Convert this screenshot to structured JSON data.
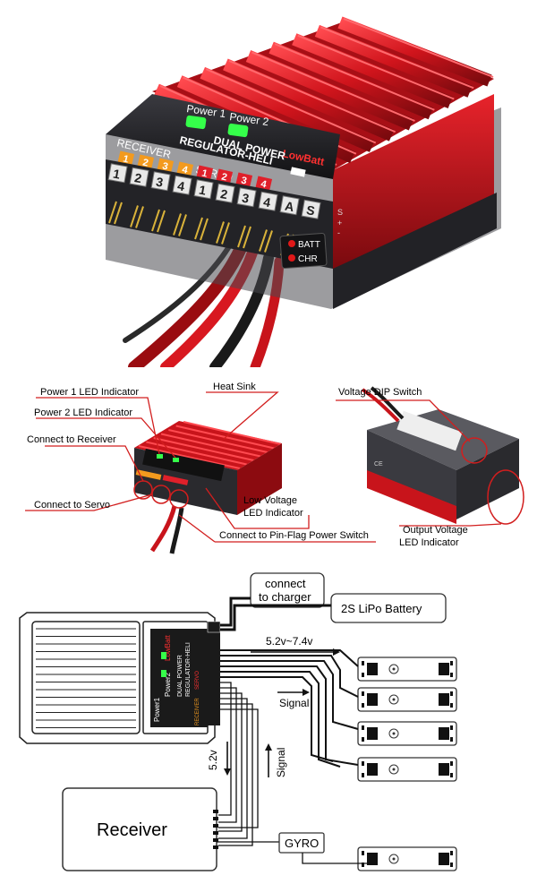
{
  "product": {
    "led_power1": "Power 1",
    "led_power2": "Power 2",
    "low_batt": "LowBatt",
    "brand_line1": "DUAL POWER",
    "brand_line2": "REGULATOR-HELI",
    "receiver_label": "RECEIVER",
    "servo_label": "SERVO",
    "top_numbers": [
      "1",
      "2",
      "3",
      "4",
      "1",
      "2",
      "3",
      "4"
    ],
    "front_numbers": [
      "1",
      "2",
      "3",
      "4",
      "1",
      "2",
      "3",
      "4",
      "A",
      "S"
    ],
    "batt": "BATT",
    "chr": "CHR",
    "side_s": "S",
    "side_plus": "+",
    "side_minus": "-"
  },
  "callouts": {
    "power1_led": "Power 1 LED Indicator",
    "power2_led": "Power 2 LED Indicator",
    "heat_sink": "Heat Sink",
    "connect_receiver": "Connect to Receiver",
    "connect_servo": "Connect to Servo",
    "low_voltage_1": "Low   Voltage",
    "low_voltage_2": "LED Indicator",
    "pin_flag": "Connect to Pin-Flag Power Switch",
    "voltage_dip": "Voltage DIP Switch",
    "output_voltage_1": "Output Voltage",
    "output_voltage_2": "LED Indicator"
  },
  "wiring": {
    "charger_1": "connect",
    "charger_2": "to charger",
    "battery": "2S LiPo Battery",
    "voltage_range": "5.2v~7.4v",
    "signal": "Signal",
    "v52": "5.2v",
    "receiver": "Receiver",
    "gyro": "GYRO",
    "device_power1": "Power1",
    "device_power2": "Power2",
    "device_lowbatt": "LowBatt",
    "device_brand1": "DUAL POWER",
    "device_brand2": "REGULATOR-HELI",
    "device_receiver": "RECEIVER",
    "device_servo": "SERVO"
  },
  "colors": {
    "heatsink_red": "#c8141b",
    "case_dark": "#1e1e22",
    "led_green": "#35ff4a",
    "orange_label": "#f39a1e",
    "red_label": "#e0202a",
    "callout_line": "#d21e1e"
  }
}
